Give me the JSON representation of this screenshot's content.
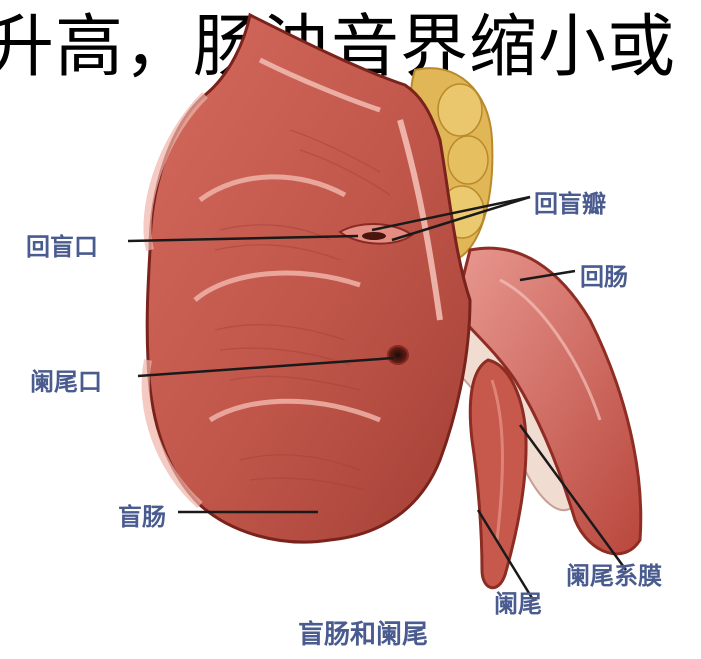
{
  "header": {
    "text": "升高，肠浊音界缩小或"
  },
  "colors": {
    "label_color": "#4a5b8f",
    "tissue_base": "#c85a50",
    "tissue_dark": "#9a3329",
    "tissue_light": "#e9a89e",
    "fat": "#e3b95a",
    "leader_line": "#1a1a1a"
  },
  "labels": {
    "ileocecal_orifice": "回盲口",
    "ileocecal_valve": "回盲瓣",
    "ileum": "回肠",
    "appendix_orifice": "阑尾口",
    "cecum": "盲肠",
    "mesoappendix": "阑尾系膜",
    "appendix": "阑尾"
  },
  "caption": "盲肠和阑尾"
}
